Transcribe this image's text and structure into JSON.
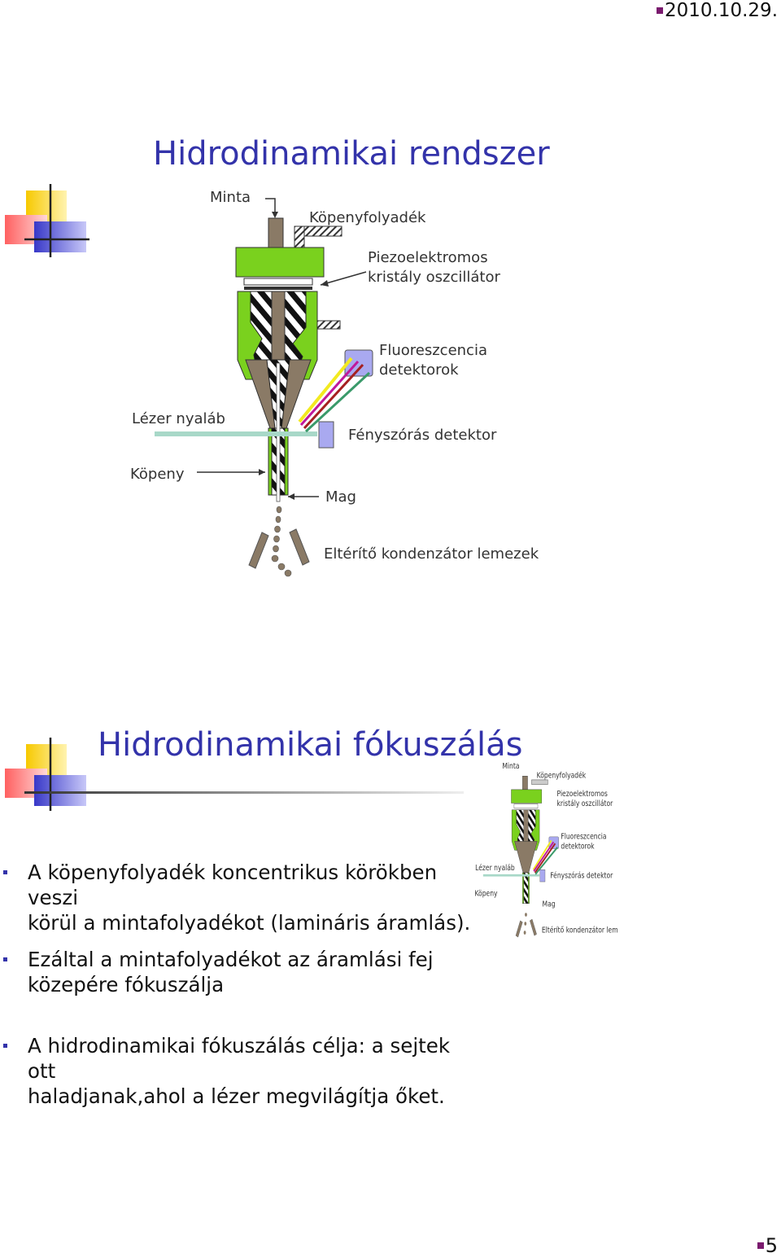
{
  "header": {
    "date": "2010.10.29."
  },
  "slide1": {
    "title": "Hidrodinamikai rendszer",
    "diagram": {
      "minta": "Minta",
      "kopenyfolyadek": "Köpenyfolyadék",
      "piezo_line1": "Piezoelektromos",
      "piezo_line2": "kristály oszcillátor",
      "fluor_line1": "Fluoreszcencia",
      "fluor_line2": "detektorok",
      "lezer": "Lézer nyaláb",
      "fenyszoras": "Fényszórás detektor",
      "kopeny": "Köpeny",
      "mag": "Mag",
      "elterito": "Eltérítő kondenzátor lemezek"
    }
  },
  "slide2": {
    "title": "Hidrodinamikai fókuszálás",
    "bullets": [
      {
        "line1": "A köpenyfolyadék koncentrikus körökben veszi",
        "line2": "körül a mintafolyadékot (lamináris áramlás)."
      },
      {
        "line1": "Ezáltal a mintafolyadékot az áramlási fej",
        "line2": "közepére fókuszálja"
      },
      {
        "line1": "A hidrodinamikai fókuszálás célja: a sejtek ott",
        "line2": "haladjanak,ahol a lézer megvilágítja őket."
      }
    ]
  },
  "footer": {
    "page": "5"
  },
  "colors": {
    "title": "#3333aa",
    "green": "#7ad11e",
    "brown": "#8a7a66",
    "blue_detector": "#a9a9f0",
    "laser": "#a8d8c8"
  }
}
